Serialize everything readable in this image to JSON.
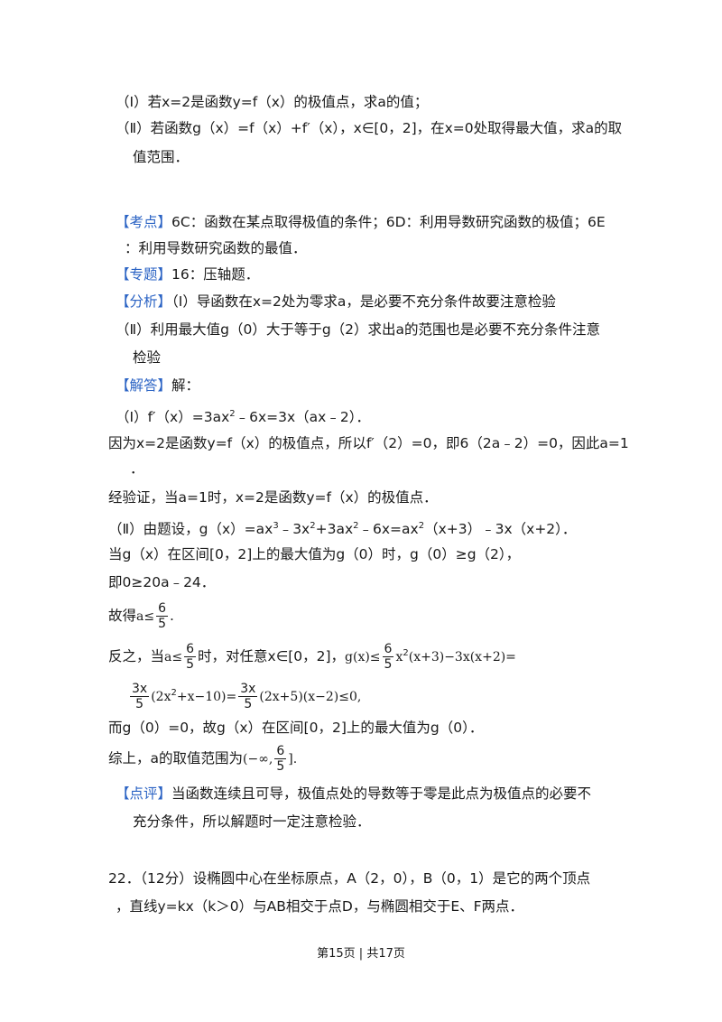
{
  "questions": {
    "part1": "（Ⅰ）若x=2是函数y=f（x）的极值点，求a的值；",
    "part2_l1": "（Ⅱ）若函数g（x）=f（x）+f′（x），x∈[0，2]，在x=0处取得最大值，求a的取",
    "part2_l2": "值范围．"
  },
  "analysis": {
    "kaodian_tag": "【考点】",
    "kaodian_l1": "6C：函数在某点取得极值的条件；6D：利用导数研究函数的极值；6E",
    "kaodian_l2": "：利用导数研究函数的最值．",
    "zhuanti_tag": "【专题】",
    "zhuanti": "16：压轴题．",
    "fenxi_tag": "【分析】",
    "fenxi_l1": "（Ⅰ）导函数在x=2处为零求a，是必要不充分条件故要注意检验",
    "fenxi_l2": "（Ⅱ）利用最大值g（0）大于等于g（2）求出a的范围也是必要不充分条件注意",
    "fenxi_l3": "检验",
    "jieda_tag": "【解答】",
    "jieda": "解：",
    "dianping_tag": "【点评】",
    "dianping_l1": "当函数连续且可导，极值点处的导数等于零是此点为极值点的必要不",
    "dianping_l2": "充分条件，所以解题时一定注意检验．"
  },
  "solution": {
    "s1_pre": "（Ⅰ）f′（x）=3ax",
    "s1_sup": "2",
    "s1_post": "﹣6x=3x（ax﹣2）．",
    "s2": "因为x=2是函数y=f（x）的极值点，所以f′（2）=0，即6（2a﹣2）=0，因此a=1",
    "s2b": "．",
    "s3": "经验证，当a=1时，x=2是函数y=f（x）的极值点．",
    "s4_a": "（Ⅱ）由题设，g（x）=ax",
    "s4_sup1": "3",
    "s4_b": "﹣3x",
    "s4_sup2": "2",
    "s4_c": "+3ax",
    "s4_sup3": "2",
    "s4_d": "﹣6x=ax",
    "s4_sup4": "2",
    "s4_e": "（x+3）﹣3x（x+2）．",
    "s5": "当g（x）在区间[0，2]上的最大值为g（0）时，g（0）≥g（2），",
    "s6": "即0≥20a﹣24．",
    "s7_pre": "故得",
    "s7_a": "a≤",
    "frac_num": "6",
    "frac_den": "5",
    "s7_post": ".",
    "s8_pre": "反之，当",
    "s8_a": "a≤",
    "s8_mid": "时，对任意x∈[0，2]，",
    "s8_g": "g(x)≤",
    "s8_x": "x",
    "s8_x2": "2",
    "s8_tail": "(x+3)−3x(x+2)=",
    "s9_num": "3x",
    "s9_a": "(2x",
    "s9_sup": "2",
    "s9_b": "+x−10)=",
    "s9_c": "(2x+5)(x−2)≤0,",
    "s10": "而g（0）=0，故g（x）在区间[0，2]上的最大值为g（0）．",
    "s11_pre": "综上，a的取值范围为",
    "s11_a": "(−∞,",
    "s11_b": "].",
    "q22_l1": "22．（12分）设椭圆中心在坐标原点，A（2，0），B（0，1）是它的两个顶点",
    "q22_l2": "，直线y=kx（k＞0）与AB相交于点D，与椭圆相交于E、F两点．"
  },
  "footer": {
    "page": "第15页",
    "sep": "|",
    "total": "共17页"
  }
}
